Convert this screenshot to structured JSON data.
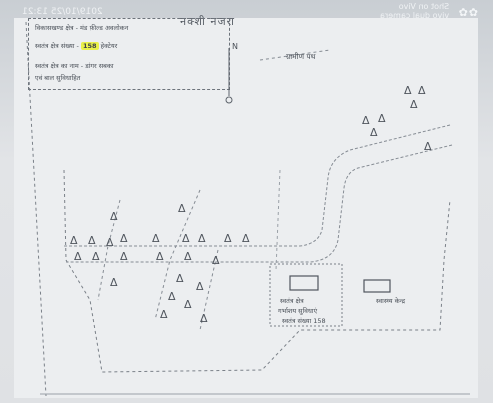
{
  "overlay": {
    "timestamp": "2019/10/25 13:21",
    "camera_line1": "Shot on Vivo",
    "camera_line2": "vivo dual camera"
  },
  "document": {
    "title": "नक्शी नजरा",
    "legend": {
      "row1": "विकासखण्ड क्षेत्र - मंड फ़ील्ड अवलोकन",
      "row2_prefix": "स्वतंत्र क्षेत्र संख्या -",
      "row2_value": "158",
      "row2_suffix": "हेक्टेयर",
      "row3": "स्वतंत्र क्षेत्र का नाम - डांगर सबका",
      "row4": "एवं बाल सुविधाहित"
    },
    "north_letter": "N",
    "labels": {
      "road_label": "ग्रामीण पथ",
      "building_label_1": "स्वतंत्र क्षेत्र",
      "building_label_2": "गर्भाशय सुविधाएं",
      "building_label_3": "स्वतंत्र संख्या 158",
      "side_building_label": "स्वास्थ्य केन्द्र"
    },
    "tree_symbol": "Δ"
  }
}
